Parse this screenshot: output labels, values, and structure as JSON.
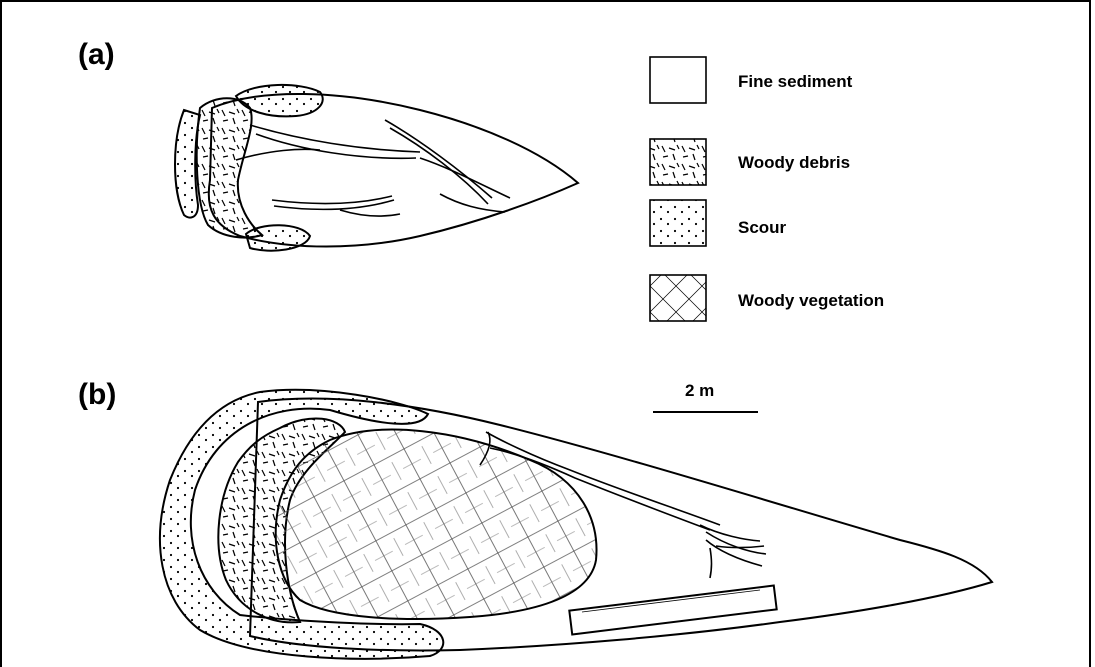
{
  "panels": {
    "a": {
      "label": "(a)"
    },
    "b": {
      "label": "(b)"
    }
  },
  "legend": {
    "items": [
      {
        "key": "fine",
        "label": "Fine sediment",
        "pattern": "blank"
      },
      {
        "key": "debris",
        "label": "Woody debris",
        "pattern": "dashes"
      },
      {
        "key": "scour",
        "label": "Scour",
        "pattern": "dots"
      },
      {
        "key": "veg",
        "label": "Woody vegetation",
        "pattern": "crosshatch"
      }
    ]
  },
  "scale_bar": {
    "label": "2 m"
  },
  "colors": {
    "ink": "#000000",
    "paper": "#ffffff"
  }
}
